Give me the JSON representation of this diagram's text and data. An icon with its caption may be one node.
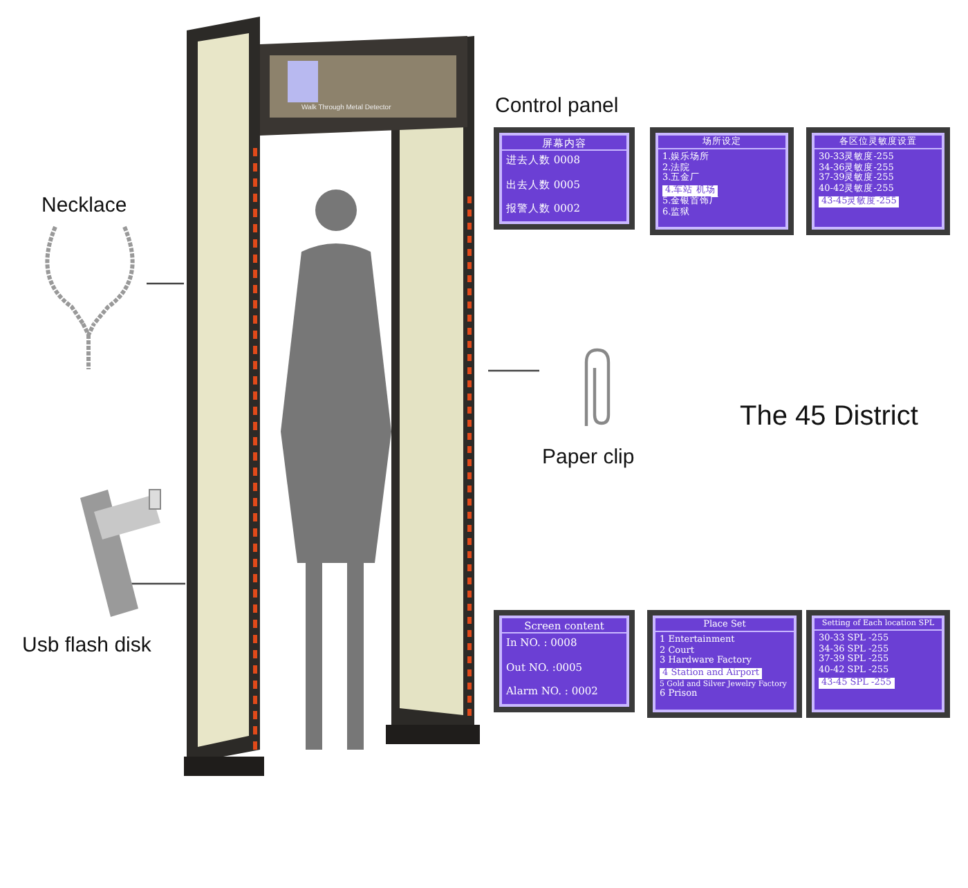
{
  "diagram": {
    "nodes": [
      {
        "text": [],
        "shape": "picture"
      },
      {
        "text": [
          "Necklace"
        ]
      },
      {
        "text": [
          "Paper clip"
        ]
      },
      {
        "text": [
          "Usb flash disk"
        ]
      },
      {
        "text": [
          "屏幕内容",
          "进去人数 0008",
          "出去人数 0005",
          "报警人数 0002"
        ]
      },
      {
        "text": [
          "场所设定",
          "1.娱乐场所",
          "2.法院",
          "3.五金厂",
          "4.车站 机场",
          "5.金银首饰厂",
          "6.监狱"
        ]
      },
      {
        "text": [
          "各区位灵敏度设置",
          "30-33灵敏度-255",
          "34-36灵敏度-255",
          "37-39灵敏度-255",
          "40-42灵敏度-255",
          "43-45灵敏度-255"
        ]
      },
      {
        "text": [
          "Screen content",
          "In NO. : 0008",
          "Out NO. :0005",
          "Alarm NO. : 0002"
        ]
      },
      {
        "text": [
          "Place Set",
          "1 Entertainment",
          "2 Court",
          "3 Hardware Factory",
          "4 Station and Airport",
          "5 Gold and Silver Jewelry Factory",
          "6 Prison"
        ]
      },
      {
        "text": [
          "Setting of Each location SPL",
          "30-33 SPL -255",
          "34-36 SPL -255",
          "37-39 SPL -255",
          "40-42 SPL -255",
          "43-45 SPL -255"
        ]
      }
    ],
    "edges": [
      {
        "from": 1,
        "to": 0,
        "arrow": "none"
      },
      {
        "from": 2,
        "to": 0,
        "arrow": "none"
      },
      {
        "from": 3,
        "to": 0,
        "arrow": "none"
      }
    ],
    "labels": [
      "Walk Through Metal Detector",
      "Control panel",
      "The 45 District"
    ]
  }
}
